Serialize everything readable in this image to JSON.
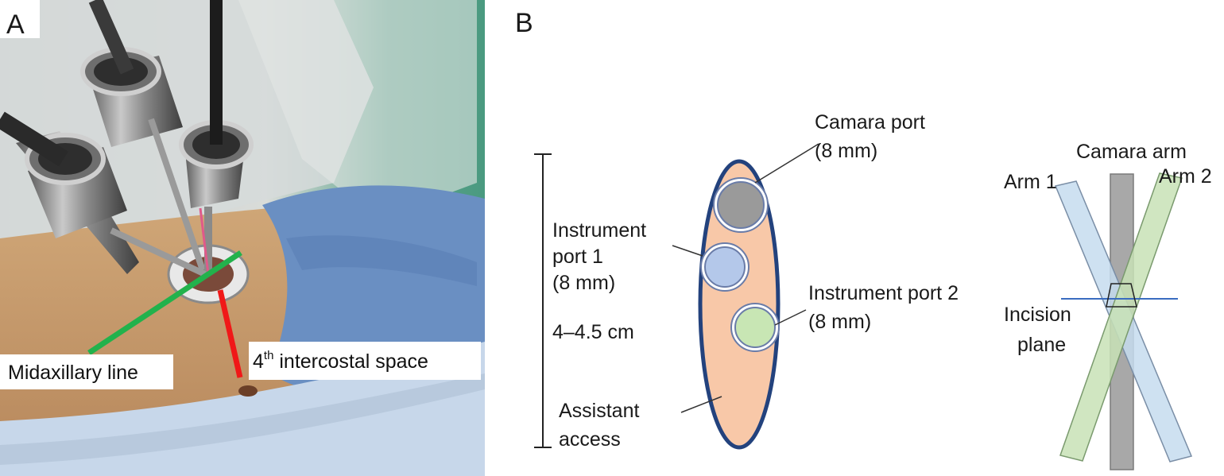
{
  "panel_a": {
    "letter": "A",
    "midaxillary_label": "Midaxillary line",
    "intercostal_label_number": "4",
    "intercostal_label_sup": "th",
    "intercostal_label_rest": " intercostal space",
    "colors": {
      "midaxillary_line": "#22b24c",
      "intercostal_line": "#f01818"
    }
  },
  "panel_b": {
    "letter": "B",
    "scale_label": "4–4.5 cm",
    "instrument_port_1": [
      "Instrument",
      "port 1",
      "(8 mm)"
    ],
    "camera_port": [
      "Camara port",
      "(8 mm)"
    ],
    "instrument_port_2": [
      "Instrument port 2",
      "(8 mm)"
    ],
    "assistant_access": [
      "Assistant",
      "access"
    ],
    "arms": {
      "camera_arm": "Camara arm",
      "arm_1": "Arm 1",
      "arm_2": "Arm 2",
      "incision_plane": [
        "Incision",
        "plane"
      ]
    },
    "colors": {
      "ellipse_fill": "#f8c8a8",
      "ellipse_stroke": "#23427d",
      "camera_port": "#9a9a9a",
      "instrument_port_1": "#b4c8ea",
      "instrument_port_2": "#c8e6b4",
      "arm_1": "#c6dcee",
      "arm_2": "#c8e2b6",
      "camera_arm": "#a8a8a8",
      "incision_line": "#3a6cc0"
    }
  }
}
